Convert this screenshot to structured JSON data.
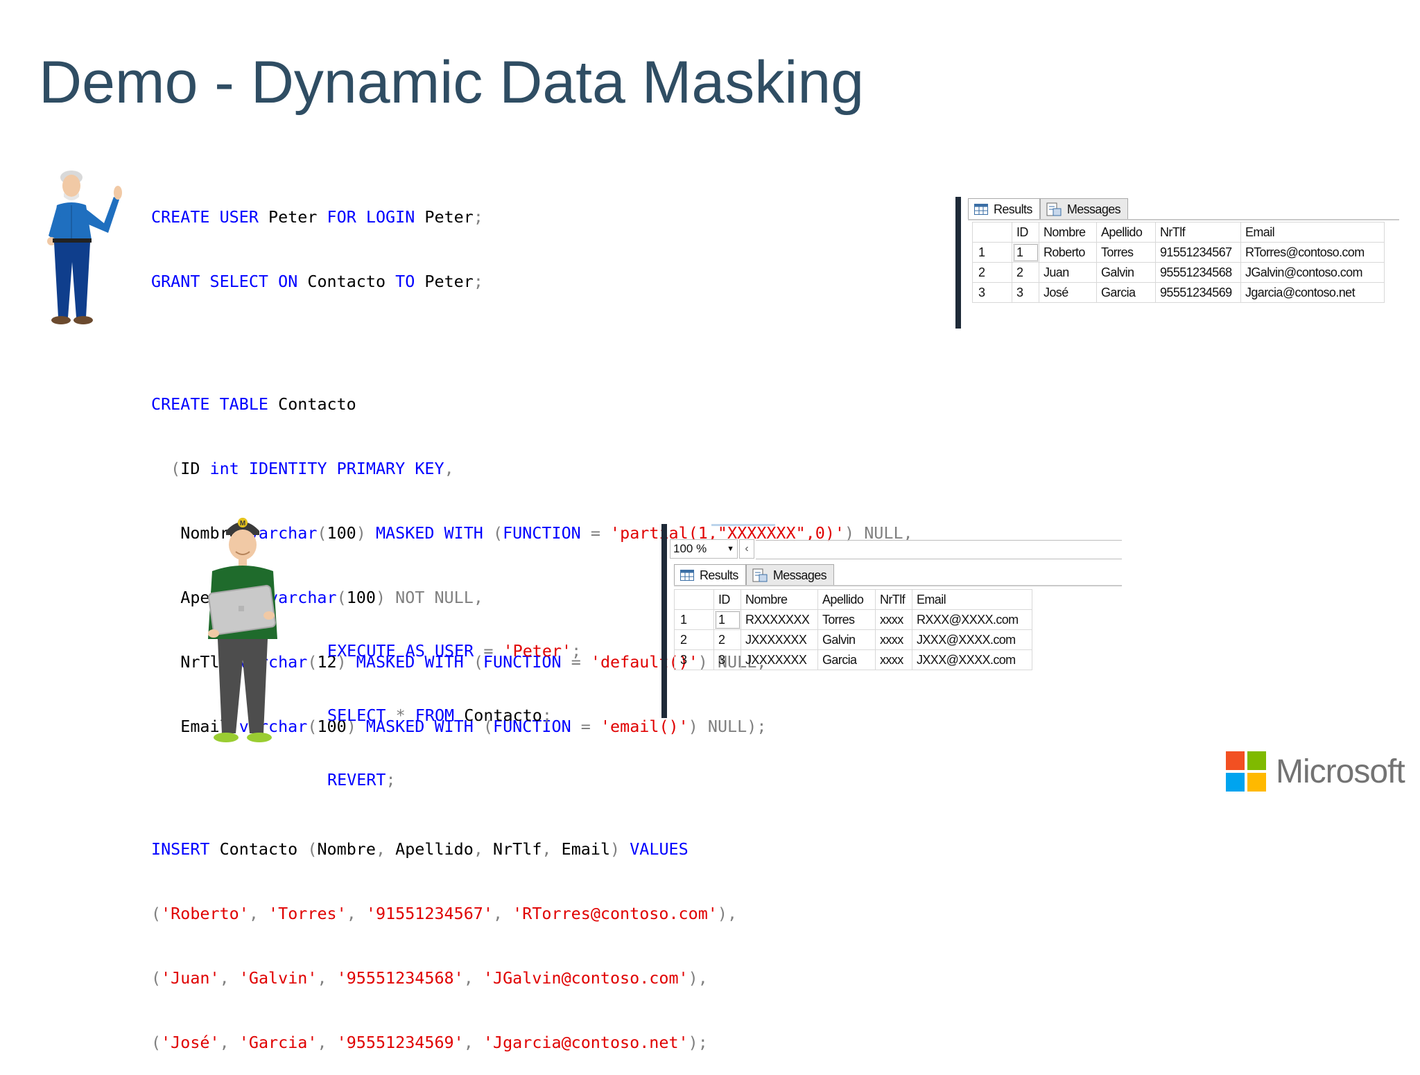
{
  "slide": {
    "title": "Demo - Dynamic Data Masking"
  },
  "colors": {
    "title": "#2f4d63",
    "keyword": "#0000ff",
    "string": "#e00000",
    "operator": "#808080",
    "microsoft_red": "#f25022",
    "microsoft_green": "#7fba00",
    "microsoft_blue": "#00a4ef",
    "microsoft_yellow": "#ffb900"
  },
  "code_admin": {
    "l1": [
      "CREATE",
      "USER",
      "Peter",
      "FOR",
      "LOGIN",
      "Peter",
      ";"
    ],
    "l2": [
      "GRANT",
      "SELECT",
      "ON",
      "Contacto",
      "TO",
      "Peter",
      ";"
    ],
    "l3": [
      "CREATE",
      "TABLE",
      "Contacto"
    ],
    "l4": [
      "(",
      "ID",
      "int",
      "IDENTITY",
      "PRIMARY",
      "KEY",
      ","
    ],
    "l5": [
      "Nombre",
      "varchar",
      "(",
      "100",
      ")",
      "MASKED",
      "WITH",
      "(",
      "FUNCTION",
      "=",
      "'partial(1,\"XXXXXXX\",0)'",
      ")",
      "NULL",
      ","
    ],
    "l6": [
      "Apellido",
      "varchar",
      "(",
      "100",
      ")",
      "NOT",
      "NULL",
      ","
    ],
    "l7": [
      "NrTlf",
      "varchar",
      "(",
      "12",
      ")",
      "MASKED",
      "WITH",
      "(",
      "FUNCTION",
      "=",
      "'default()'",
      ")",
      "NULL",
      ","
    ],
    "l8": [
      "Email",
      "varchar",
      "(",
      "100",
      ")",
      "MASKED",
      "WITH",
      "(",
      "FUNCTION",
      "=",
      "'email()'",
      ")",
      "NULL",
      ");"
    ],
    "l9": [
      "INSERT",
      "Contacto",
      "(",
      "Nombre",
      ",",
      "Apellido",
      ",",
      "NrTlf",
      ",",
      "Email",
      ")",
      "VALUES"
    ],
    "l10": [
      "(",
      "'Roberto'",
      ",",
      "'Torres'",
      ",",
      "'91551234567'",
      ",",
      "'RTorres@contoso.com'",
      "),"
    ],
    "l11": [
      "(",
      "'Juan'",
      ",",
      "'Galvin'",
      ",",
      "'95551234568'",
      ",",
      "'JGalvin@contoso.com'",
      "),"
    ],
    "l12": [
      "(",
      "'José'",
      ",",
      "'Garcia'",
      ",",
      "'95551234569'",
      ",",
      "'Jgarcia@contoso.net'",
      ");"
    ]
  },
  "code_user": {
    "l1": [
      "EXECUTE",
      "AS",
      "USER",
      "=",
      "'Peter'",
      ";"
    ],
    "l2": [
      "SELECT",
      "*",
      "FROM",
      "Contacto",
      ";"
    ],
    "l3": [
      "REVERT",
      ";"
    ]
  },
  "results_admin": {
    "tabs": [
      "Results",
      "Messages"
    ],
    "columns": [
      "ID",
      "Nombre",
      "Apellido",
      "NrTlf",
      "Email"
    ],
    "rows": [
      {
        "rn": "1",
        "cells": [
          "1",
          "Roberto",
          "Torres",
          "91551234567",
          "RTorres@contoso.com"
        ]
      },
      {
        "rn": "2",
        "cells": [
          "2",
          "Juan",
          "Galvin",
          "95551234568",
          "JGalvin@contoso.com"
        ]
      },
      {
        "rn": "3",
        "cells": [
          "3",
          "José",
          "Garcia",
          "95551234569",
          "Jgarcia@contoso.net"
        ]
      }
    ]
  },
  "results_user": {
    "zoom": "100 %",
    "tabs": [
      "Results",
      "Messages"
    ],
    "columns": [
      "ID",
      "Nombre",
      "Apellido",
      "NrTlf",
      "Email"
    ],
    "rows": [
      {
        "rn": "1",
        "cells": [
          "1",
          "RXXXXXXX",
          "Torres",
          "xxxx",
          "RXXX@XXXX.com"
        ]
      },
      {
        "rn": "2",
        "cells": [
          "2",
          "JXXXXXXX",
          "Galvin",
          "xxxx",
          "JXXX@XXXX.com"
        ]
      },
      {
        "rn": "3",
        "cells": [
          "3",
          "JXXXXXXX",
          "Garcia",
          "xxxx",
          "JXXX@XXXX.com"
        ]
      }
    ]
  },
  "brand": {
    "name": "Microsoft"
  }
}
